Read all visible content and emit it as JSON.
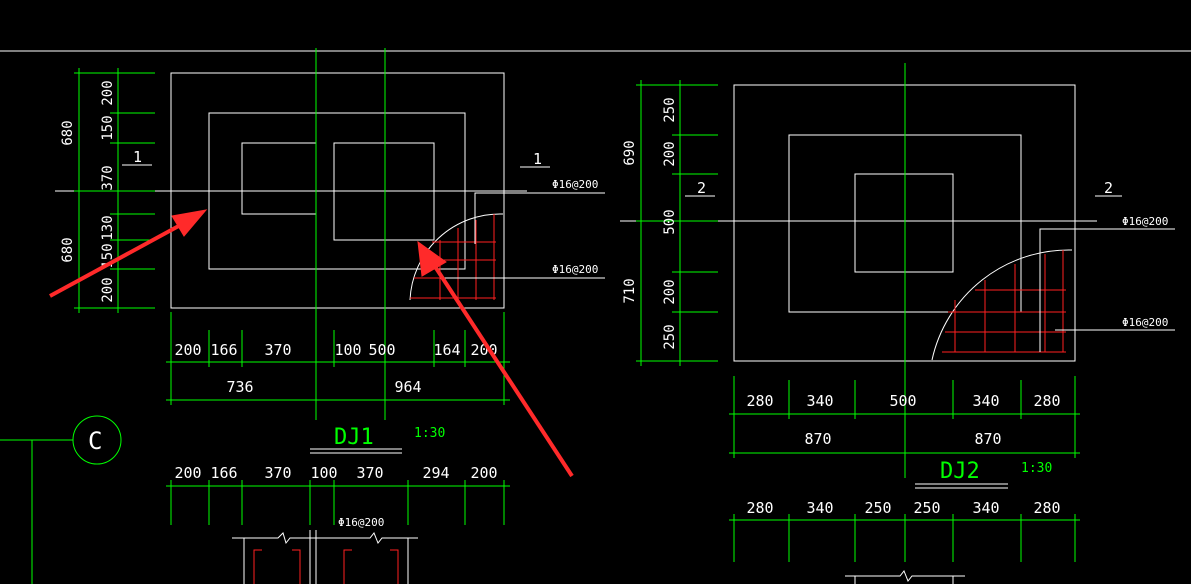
{
  "drawing": {
    "colors": {
      "background": "#000000",
      "outline": "#ffffff",
      "dimension": "#00ff00",
      "rebar": "#ff2020",
      "arrow": "#ff2a2a"
    },
    "dj1": {
      "title": "DJ1",
      "scale": "1:30",
      "section_mark": "1",
      "rebar_label_top": "Φ16@200",
      "rebar_label_bottom": "Φ16@200",
      "vertical_dims": [
        "200",
        "150",
        "370",
        "130",
        "150",
        "200"
      ],
      "vertical_totals": [
        "680",
        "680"
      ],
      "horizontal_dims": [
        "200",
        "166",
        "370",
        "100",
        "500",
        "164",
        "200"
      ],
      "horizontal_totals": [
        "736",
        "964"
      ],
      "lower_dims": [
        "200",
        "166",
        "370",
        "100",
        "370",
        "294",
        "200"
      ],
      "lower_rebar_label": "Φ16@200"
    },
    "dj2": {
      "title": "DJ2",
      "scale": "1:30",
      "section_mark": "2",
      "rebar_label_top": "Φ16@200",
      "rebar_label_bottom": "Φ16@200",
      "vertical_dims": [
        "250",
        "200",
        "500",
        "200",
        "250"
      ],
      "vertical_totals": [
        "690",
        "710"
      ],
      "horizontal_dims": [
        "280",
        "340",
        "500",
        "340",
        "280"
      ],
      "horizontal_totals": [
        "870",
        "870"
      ],
      "lower_dims": [
        "280",
        "340",
        "250",
        "250",
        "340",
        "280"
      ]
    },
    "axis_label": "C"
  }
}
